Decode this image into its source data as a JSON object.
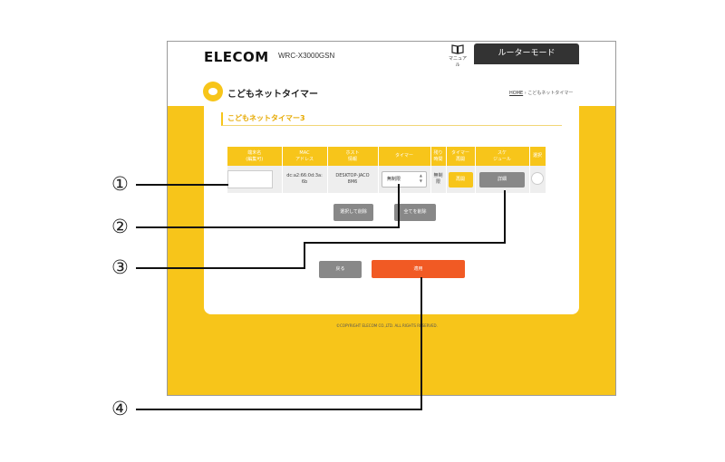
{
  "header": {
    "brand": "ELECOM",
    "model": "WRC-X3000GSN",
    "manual_label": "マニュアル",
    "mode_tab": "ルーターモード"
  },
  "site": {
    "title": "こどもネットタイマー",
    "breadcrumb_home": "HOME",
    "breadcrumb_rest": " › こどもネットタイマー"
  },
  "section_title": "こどもネットタイマー3",
  "table": {
    "headers": {
      "name_1": "端末名",
      "name_2": "(編集可)",
      "mac_1": "MAC",
      "mac_2": "アドレス",
      "host_1": "ホスト",
      "host_2": "情報",
      "timer": "タイマー",
      "remaining_1": "残り",
      "remaining_2": "時間",
      "resume_1": "タイマー",
      "resume_2": "再開",
      "schedule_1": "スケ",
      "schedule_2": "ジュール",
      "select": "選択"
    },
    "row": {
      "name_value": "",
      "mac_1": "dc:a2:66:0d:3a:",
      "mac_2": "6b",
      "host_1": "DESKTOP-JACO",
      "host_2": "8M6",
      "timer_value": "無制限",
      "remaining_1": "無制",
      "remaining_2": "限",
      "resume_button": "再開",
      "detail_button": "詳細"
    }
  },
  "buttons": {
    "delete_selected": "選択して削除",
    "delete_all": "全てを削除",
    "back": "戻る",
    "apply": "適用"
  },
  "footer": {
    "copyright": "©COPYRIGHT ELECOM CO.,LTD. ALL RIGHTS RESERVED."
  },
  "callouts": [
    "①",
    "②",
    "③",
    "④"
  ]
}
